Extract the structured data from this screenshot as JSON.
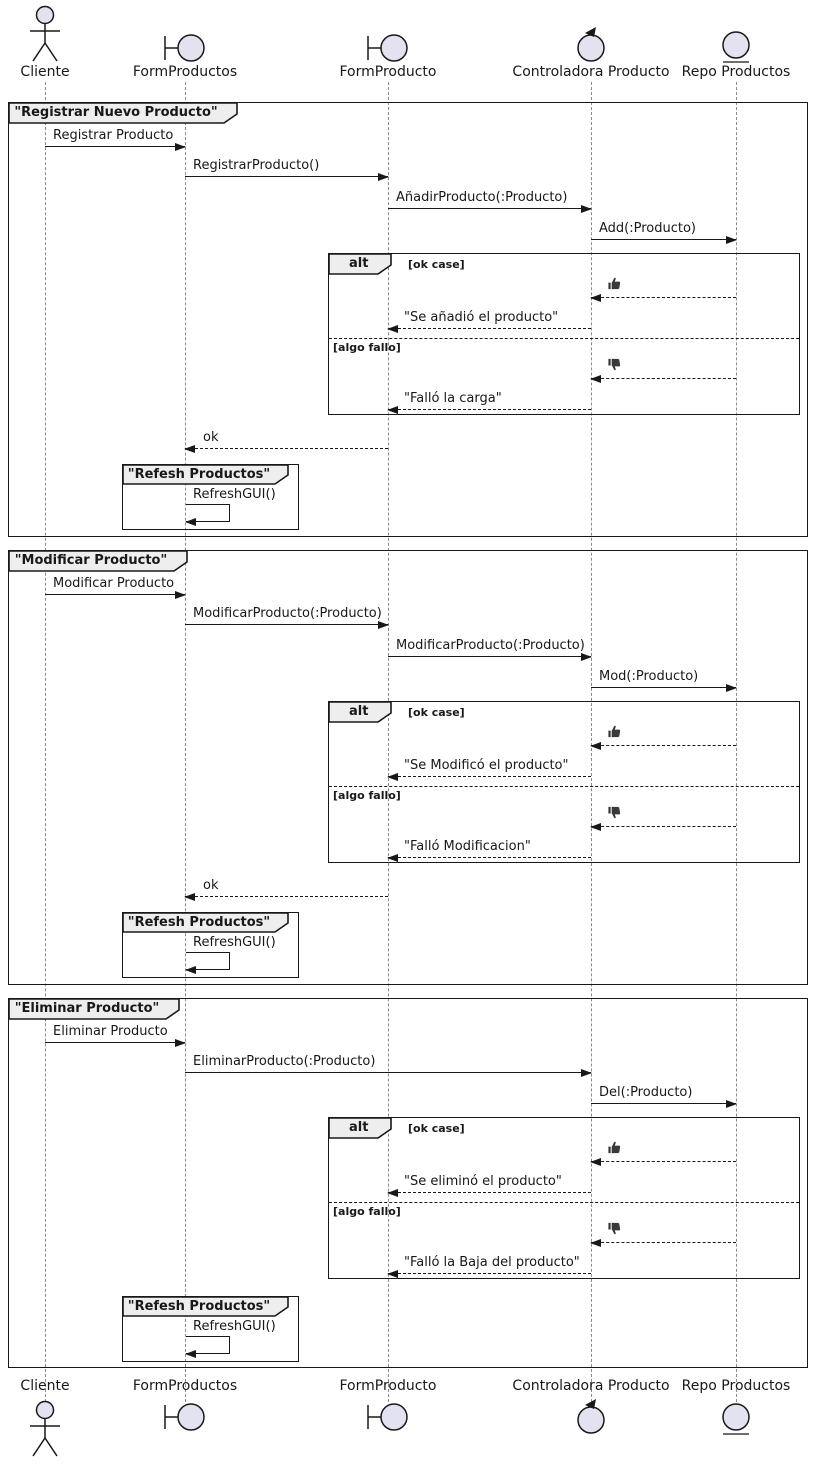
{
  "participants": [
    {
      "name": "Cliente",
      "icon": "actor-icon"
    },
    {
      "name": "FormProductos",
      "icon": "boundary-icon"
    },
    {
      "name": "FormProducto",
      "icon": "boundary-icon"
    },
    {
      "name": "Controladora Producto",
      "icon": "control-icon"
    },
    {
      "name": "Repo Productos",
      "icon": "entity-icon"
    }
  ],
  "colors": {
    "line": "#181818",
    "lifeline": "#8a8a8a",
    "frame_header_fill": "#EEEEEE",
    "icon_fill": "#E2E2F0"
  },
  "frames": [
    {
      "title": "\"Registrar Nuevo Producto\"",
      "messages": {
        "m1": "Registrar Producto",
        "m2": "RegistrarProducto()",
        "m3": "AñadirProducto(:Producto)",
        "m4": "Add(:Producto)"
      },
      "alt": {
        "keyword": "alt",
        "guard_ok": "[ok case]",
        "ok_icon": "thumbs-up",
        "ok_reply": "\"Se añadió el producto\"",
        "guard_fail": "[algo fallo]",
        "fail_icon": "thumbs-down",
        "fail_reply": "\"Falló la carga\""
      },
      "ok_reply": "ok",
      "refresh": {
        "title": "\"Refesh Productos\"",
        "call": "RefreshGUI()"
      }
    },
    {
      "title": "\"Modificar Producto\"",
      "messages": {
        "m1": "Modificar Producto",
        "m2": "ModificarProducto(:Producto)",
        "m3": "ModificarProducto(:Producto)",
        "m4": "Mod(:Producto)"
      },
      "alt": {
        "keyword": "alt",
        "guard_ok": "[ok case]",
        "ok_icon": "thumbs-up",
        "ok_reply": "\"Se Modificó el producto\"",
        "guard_fail": "[algo fallo]",
        "fail_icon": "thumbs-down",
        "fail_reply": "\"Falló Modificacion\""
      },
      "ok_reply": "ok",
      "refresh": {
        "title": "\"Refesh Productos\"",
        "call": "RefreshGUI()"
      }
    },
    {
      "title": "\"Eliminar Producto\"",
      "messages": {
        "m1": "Eliminar Producto",
        "m2": "EliminarProducto(:Producto)",
        "m3": "Del(:Producto)"
      },
      "alt": {
        "keyword": "alt",
        "guard_ok": "[ok case]",
        "ok_icon": "thumbs-up",
        "ok_reply": "\"Se eliminó el producto\"",
        "guard_fail": "[algo fallo]",
        "fail_icon": "thumbs-down",
        "fail_reply": "\"Falló la Baja del producto\""
      },
      "refresh": {
        "title": "\"Refesh Productos\"",
        "call": "RefreshGUI()"
      }
    }
  ]
}
